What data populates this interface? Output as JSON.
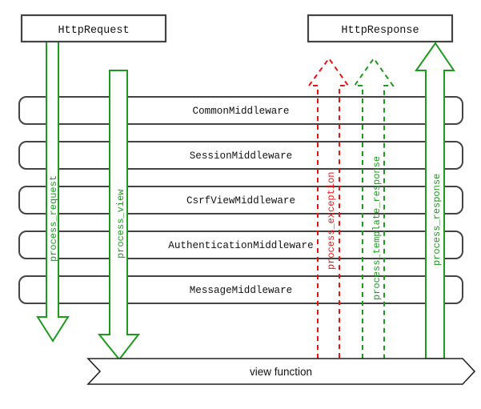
{
  "diagram": {
    "title_nodes": {
      "request": "HttpRequest",
      "response": "HttpResponse"
    },
    "middleware": [
      {
        "label": "CommonMiddleware"
      },
      {
        "label": "SessionMiddleware"
      },
      {
        "label": "CsrfViewMiddleware"
      },
      {
        "label": "AuthenticationMiddleware"
      },
      {
        "label": "MessageMiddleware"
      }
    ],
    "view": {
      "label": "view function"
    },
    "flows": [
      {
        "id": "process-request",
        "label": "process_request",
        "color": "#1d9b1d",
        "style": "solid",
        "direction": "down"
      },
      {
        "id": "process-view",
        "label": "process_view",
        "color": "#1d9b1d",
        "style": "solid",
        "direction": "down"
      },
      {
        "id": "process-exception",
        "label": "process_exception",
        "color": "#ee1111",
        "style": "dashed",
        "direction": "up"
      },
      {
        "id": "process-template-response",
        "label": "process_template_response",
        "color": "#1d9b1d",
        "style": "dashed",
        "direction": "up"
      },
      {
        "id": "process-response",
        "label": "process_response",
        "color": "#1d9b1d",
        "style": "solid",
        "direction": "up"
      }
    ],
    "colors": {
      "green": "#1d9b1d",
      "red": "#ee1111",
      "outline": "#444444",
      "background": "#ffffff"
    }
  }
}
